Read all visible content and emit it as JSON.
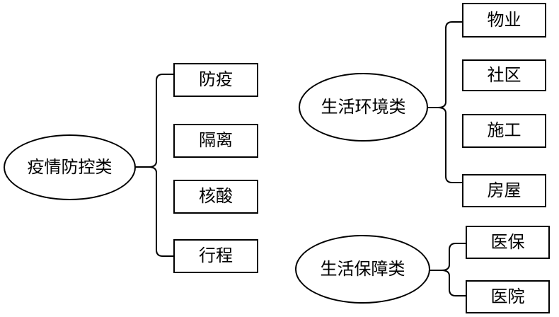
{
  "diagram": {
    "title": "",
    "type": "category-tree",
    "colors": {
      "stroke": "#000000",
      "text": "#000000",
      "background": "#ffffff"
    },
    "groups": [
      {
        "category": "疫情防控类",
        "items": [
          "防疫",
          "隔离",
          "核酸",
          "行程"
        ]
      },
      {
        "category": "生活环境类",
        "items": [
          "物业",
          "社区",
          "施工",
          "房屋"
        ]
      },
      {
        "category": "生活保障类",
        "items": [
          "医保",
          "医院"
        ]
      }
    ]
  }
}
